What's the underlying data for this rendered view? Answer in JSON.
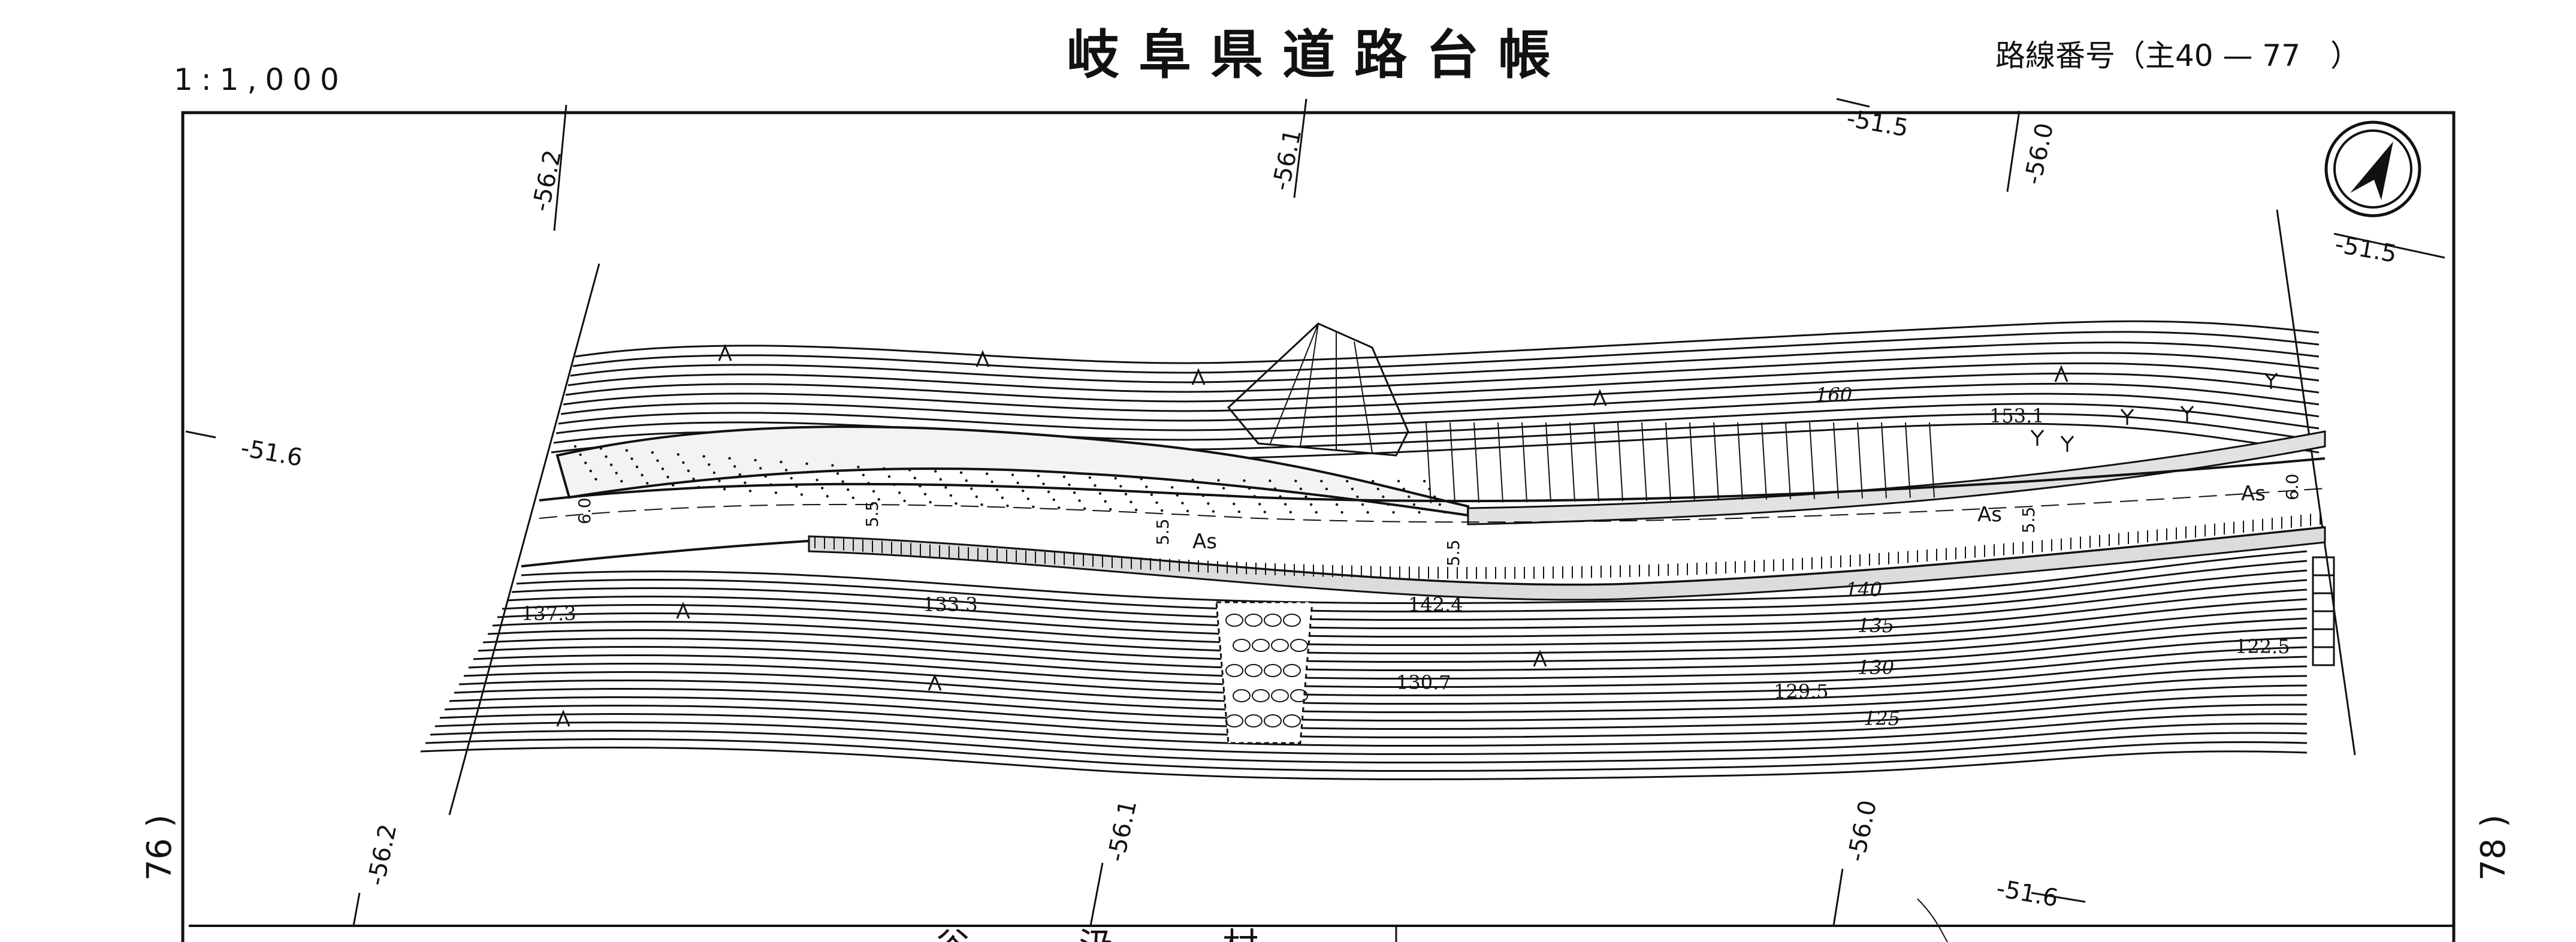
{
  "header": {
    "scale": "1:1,000",
    "title": "岐阜県道路台帳",
    "route_label": "路線番号（主40 — 77　）"
  },
  "sheet_refs": {
    "left": "76 )",
    "right": "78 )"
  },
  "grid_labels": {
    "top": [
      "-56.2",
      "-56.1",
      "-51.5",
      "-56.0"
    ],
    "top_right": "-51.5",
    "left": "-51.6",
    "bottom": [
      "-56.2",
      "-56.1",
      "-56.0",
      "-51.6"
    ]
  },
  "elevations": [
    "137.3",
    "133.3",
    "142.4",
    "130.7",
    "129.5",
    "153.1",
    "160",
    "140",
    "135",
    "130",
    "125",
    "122.5"
  ],
  "widths": [
    "6.0",
    "5.5",
    "5.5",
    "5.5",
    "5.5",
    "6.0"
  ],
  "surface_labels": [
    "As",
    "As",
    "As"
  ],
  "bottom_text": "谷　　汲　　村",
  "colors": {
    "ink": "#111111",
    "paper": "#ffffff"
  }
}
